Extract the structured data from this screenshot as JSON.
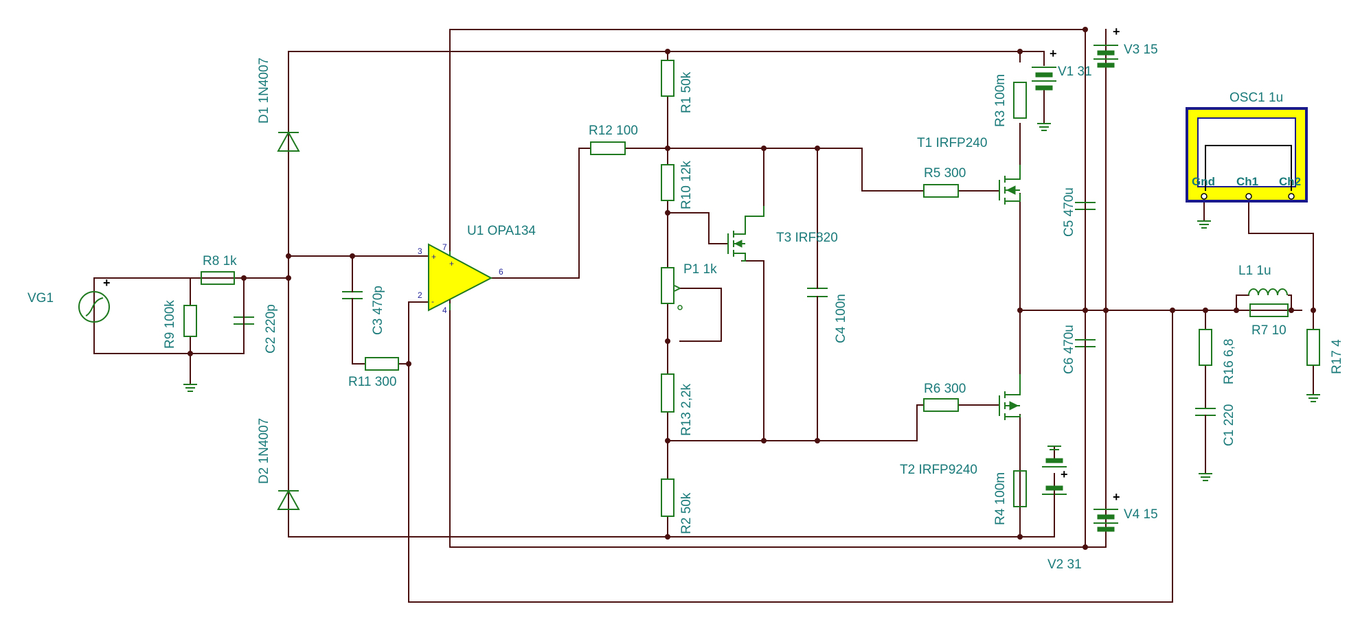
{
  "components": {
    "vg1": "VG1",
    "d1": "D1 1N4007",
    "d2": "D2 1N4007",
    "r8": "R8 1k",
    "r9": "R9 100k",
    "c2": "C2 220p",
    "c3": "C3 470p",
    "r11": "R11 300",
    "u1": "U1 OPA134",
    "r12": "R12 100",
    "r1": "R1 50k",
    "r10": "R10 12k",
    "t3": "T3 IRF820",
    "p1": "P1 1k",
    "c4": "C4 100n",
    "r13": "R13 2,2k",
    "r2": "R2 50k",
    "r3": "R3 100m",
    "v1": "V1 31",
    "v3": "V3 15",
    "t1": "T1 IRFP240",
    "r5": "R5 300",
    "c5": "C5 470u",
    "r6": "R6 300",
    "c6": "C6 470u",
    "t2": "T2 IRFP9240",
    "r4": "R4 100m",
    "v4": "V4 15",
    "v2": "V2 31",
    "osc1": "OSC1 1u",
    "l1": "L1 1u",
    "r7": "R7 10",
    "r16": "R16 6,8",
    "c1": "C1 220",
    "r17": "R17 4"
  },
  "oscilloscope": {
    "gnd": "Gnd",
    "ch1": "Ch1",
    "ch2": "Ch2"
  },
  "opamp_pins": {
    "p3": "3",
    "p2": "2",
    "p6": "6",
    "p7": "7",
    "p4": "4",
    "plus": "+",
    "minus": "-"
  },
  "signs": {
    "plus": "+"
  },
  "colors": {
    "wire": "#4a0f0f",
    "component": "#1f7a1f",
    "label": "#1a7a7a",
    "opamp_fill": "#ffff00",
    "scope_fill": "#ffff00",
    "scope_border": "#1a1a8c"
  }
}
